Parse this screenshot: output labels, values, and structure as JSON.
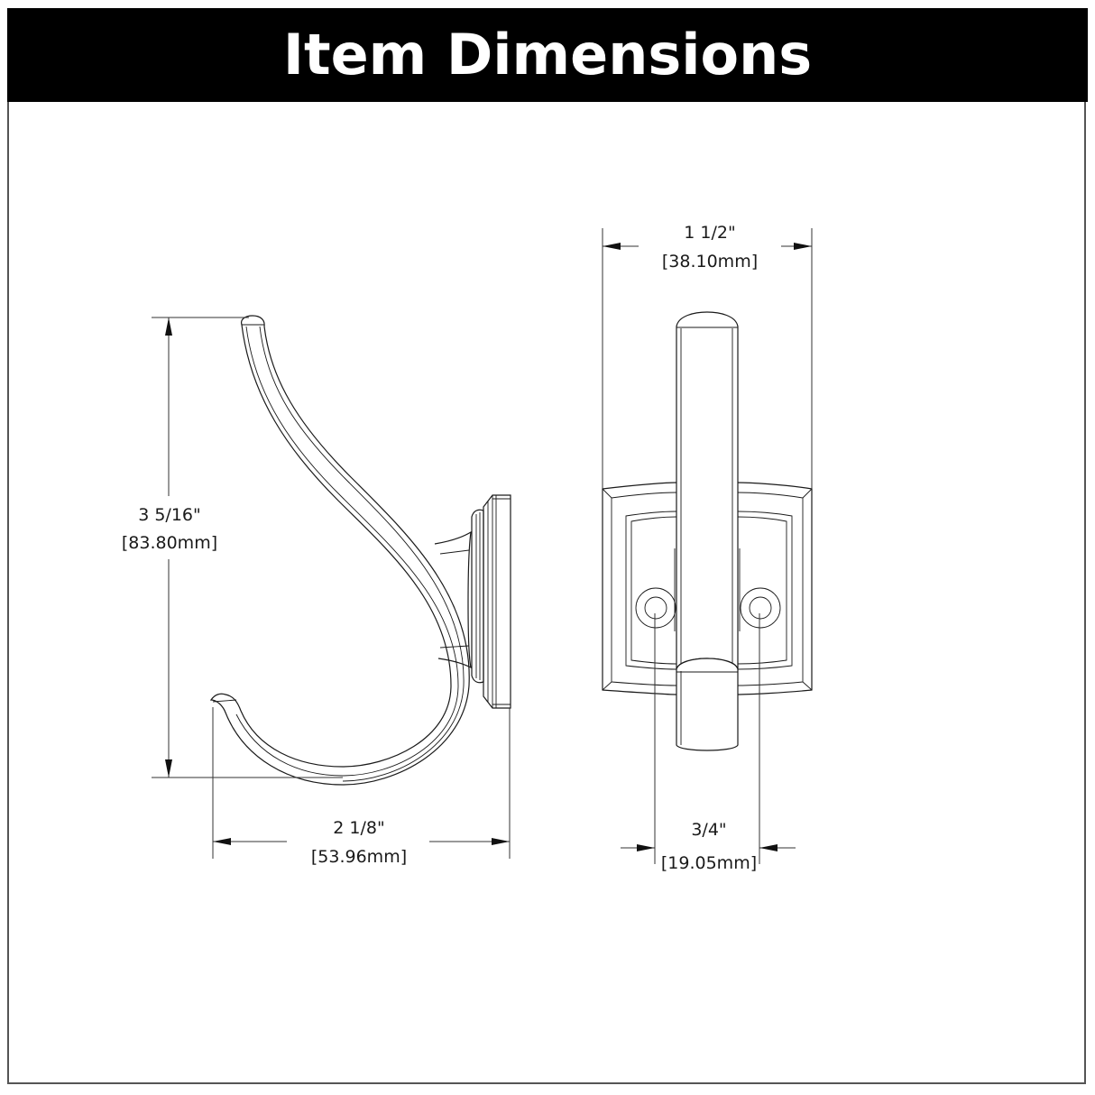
{
  "header": {
    "title": "Item Dimensions",
    "background": "#000000",
    "text_color": "#ffffff"
  },
  "side_view": {
    "label": "side-profile",
    "height_dimension": {
      "imperial": "3 5/16\"",
      "metric": "[83.80mm]"
    },
    "depth_dimension": {
      "imperial": "2 1/8\"",
      "metric": "[53.96mm]"
    }
  },
  "front_view": {
    "label": "front-elevation",
    "width_dimension": {
      "imperial": "1 1/2\"",
      "metric": "[38.10mm]"
    },
    "hole_spacing_dimension": {
      "imperial": "3/4\"",
      "metric": "[19.05mm]"
    }
  }
}
